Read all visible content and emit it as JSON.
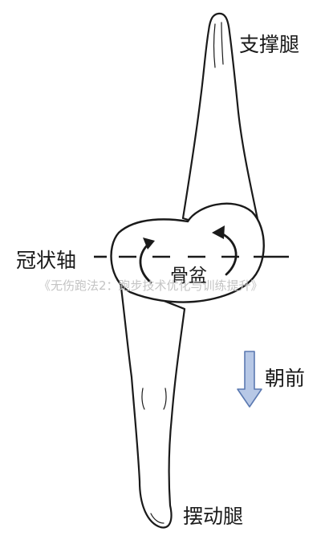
{
  "labels": {
    "support_leg": "支撑腿",
    "coronal_axis": "冠状轴",
    "pelvis": "骨盆",
    "forward": "朝前",
    "swing_leg": "摆动腿"
  },
  "watermark": "《无伤跑法2：跑步技术优化与训练提升》",
  "colors": {
    "outline": "#1a1a1a",
    "arrow_fill": "#b7c8e6",
    "arrow_stroke": "#5b79b1",
    "watermark": "#c4c4c4"
  },
  "icons": {
    "rotation": "curved-rotation-arrows",
    "direction": "down-arrow"
  }
}
